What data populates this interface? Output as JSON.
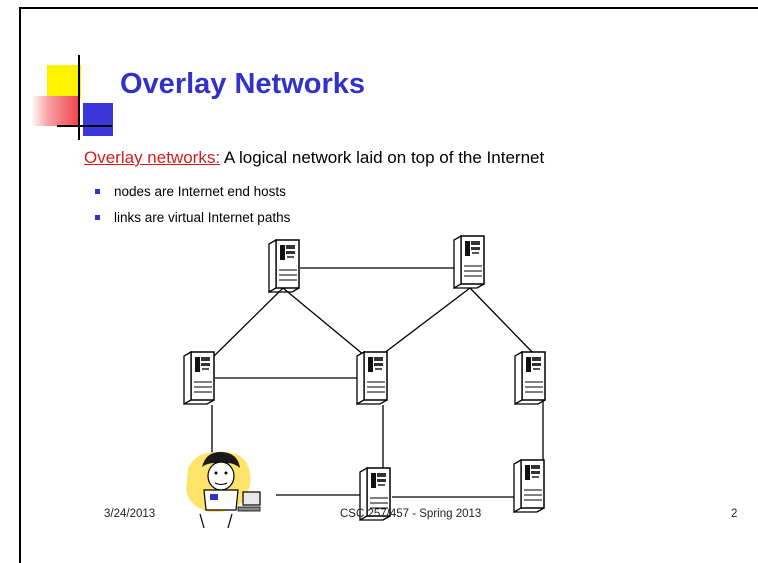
{
  "slide": {
    "title": "Overlay Networks",
    "lead_term": "Overlay networks:",
    "lead_text": " A logical network laid on top of the Internet",
    "bullets": [
      "nodes are Internet end hosts",
      "links are virtual Internet paths"
    ],
    "footer": {
      "date": "3/24/2013",
      "course": "CSC 257/457 - Spring 2013",
      "page": "2"
    }
  },
  "colors": {
    "title": "#3232c8",
    "term_link": "#d81c1c",
    "bullet": "#3232c8",
    "deco_yellow": "#fff200",
    "deco_red": "#f0404a",
    "deco_blue": "#3a36d8"
  },
  "diagram": {
    "node_icon": "server-tower-icon",
    "user_icon": "person-at-computer-icon"
  }
}
